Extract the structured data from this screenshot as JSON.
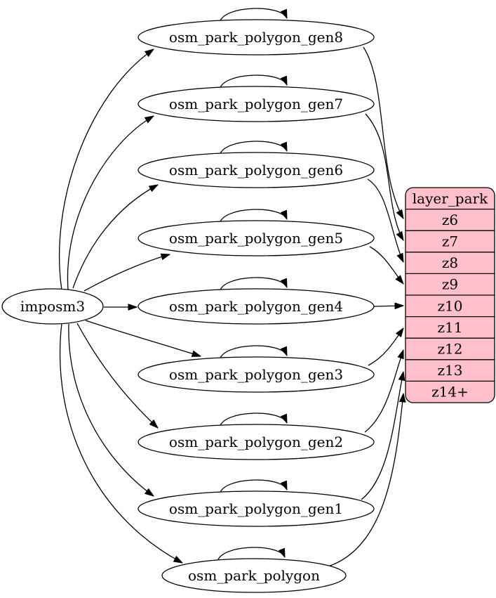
{
  "diagram": {
    "type": "graphviz-digraph",
    "background": "#ffffff",
    "edge_color": "#000000",
    "node_fill": "#ffffff",
    "node_stroke": "#000000",
    "source_node": {
      "id": "imposm3",
      "label": "imposm3"
    },
    "table_nodes": [
      {
        "id": "osm_park_polygon_gen8",
        "label": "osm_park_polygon_gen8",
        "input_from": "imposm3",
        "self_loop": true,
        "writes_to_zoom": "z6"
      },
      {
        "id": "osm_park_polygon_gen7",
        "label": "osm_park_polygon_gen7",
        "input_from": "imposm3",
        "self_loop": true,
        "writes_to_zoom": "z7"
      },
      {
        "id": "osm_park_polygon_gen6",
        "label": "osm_park_polygon_gen6",
        "input_from": "imposm3",
        "self_loop": true,
        "writes_to_zoom": "z8"
      },
      {
        "id": "osm_park_polygon_gen5",
        "label": "osm_park_polygon_gen5",
        "input_from": "imposm3",
        "self_loop": true,
        "writes_to_zoom": "z9"
      },
      {
        "id": "osm_park_polygon_gen4",
        "label": "osm_park_polygon_gen4",
        "input_from": "imposm3",
        "self_loop": true,
        "writes_to_zoom": "z10"
      },
      {
        "id": "osm_park_polygon_gen3",
        "label": "osm_park_polygon_gen3",
        "input_from": "imposm3",
        "self_loop": true,
        "writes_to_zoom": "z11"
      },
      {
        "id": "osm_park_polygon_gen2",
        "label": "osm_park_polygon_gen2",
        "input_from": "imposm3",
        "self_loop": true,
        "writes_to_zoom": "z12"
      },
      {
        "id": "osm_park_polygon_gen1",
        "label": "osm_park_polygon_gen1",
        "input_from": "imposm3",
        "self_loop": true,
        "writes_to_zoom": "z13"
      },
      {
        "id": "osm_park_polygon",
        "label": "osm_park_polygon",
        "input_from": "imposm3",
        "self_loop": true,
        "writes_to_zoom": "z14+"
      }
    ],
    "layer_table": {
      "id": "layer_park",
      "title": "layer_park",
      "rows": [
        "z6",
        "z7",
        "z8",
        "z9",
        "z10",
        "z11",
        "z12",
        "z13",
        "z14+"
      ],
      "fill": "#ffc0cb",
      "stroke": "#000000",
      "text_color": "#000000"
    }
  }
}
